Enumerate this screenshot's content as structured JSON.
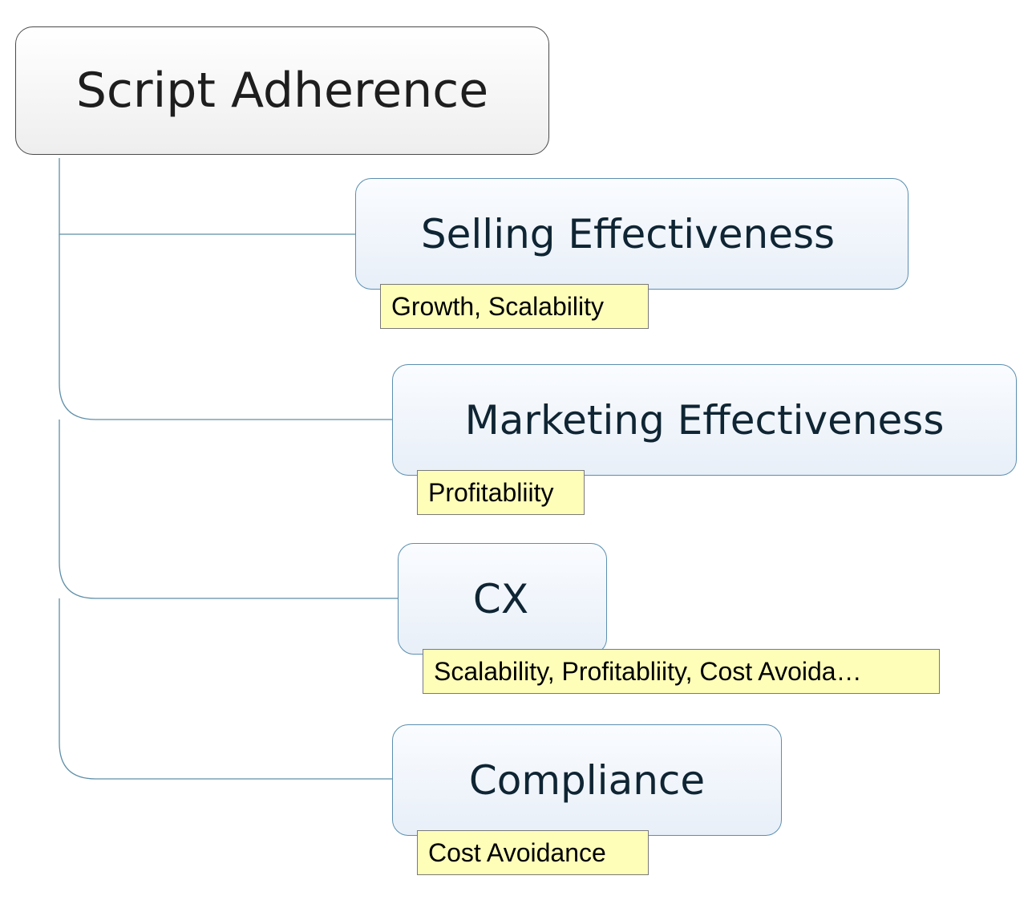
{
  "diagram": {
    "root": {
      "label": "Script Adherence"
    },
    "topics": [
      {
        "label": "Selling Effectiveness",
        "tag": "Growth, Scalability"
      },
      {
        "label": "Marketing Effectiveness",
        "tag": "Profitabliity"
      },
      {
        "label": "CX",
        "tag": "Scalability, Profitabliity, Cost Avoida…"
      },
      {
        "label": "Compliance",
        "tag": "Cost Avoidance"
      }
    ]
  },
  "colors": {
    "connector": "#5e8fa8",
    "topic_border": "#5b8fb0",
    "tag_fill": "#fefeb9",
    "root_border": "#4a4a4a"
  }
}
